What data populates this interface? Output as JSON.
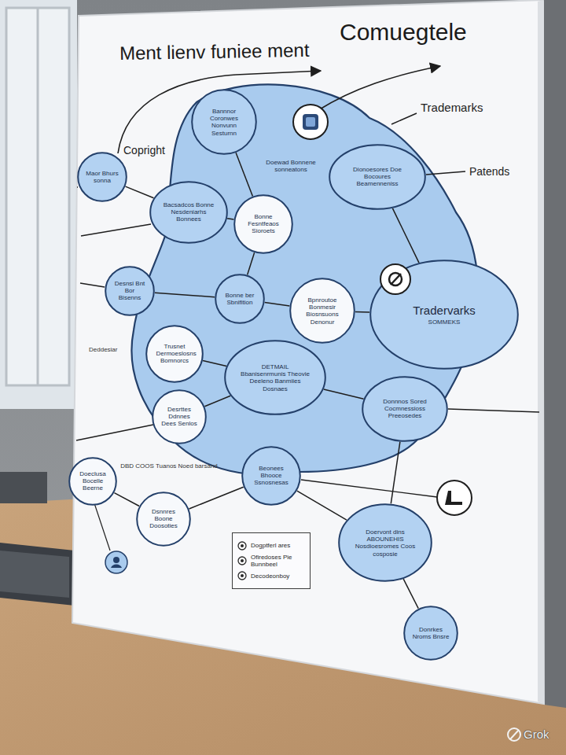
{
  "diagram": {
    "title": "Ment lienv funiee ment",
    "nodes": [
      {
        "text": [
          "Bannnor Coronwes Nonvunn Sesturnn"
        ]
      },
      {
        "text": [
          "Maor Bhurs sonna"
        ]
      },
      {
        "text": [
          "Bacsadcos Bonne Nesdeniarhs Bonnees"
        ]
      },
      {
        "text": [
          "Bonne Fesntfeaos Sioroets"
        ]
      },
      {
        "text": [
          "Dionoesores Doe Bocoures Beamenneniss"
        ]
      },
      {
        "text": [
          "Desnsi Bnt Bor Bisenns"
        ]
      },
      {
        "text": [
          "Bonne ber Sbnifition"
        ]
      },
      {
        "text": [
          "Bpnroutoe Bonmesir Biosnsuons Denonur"
        ]
      },
      {
        "text": [
          "Tradervarks",
          "SOMMEKS"
        ]
      },
      {
        "text": [
          "Trusnet Dermoeslosns Bomnorcs"
        ]
      },
      {
        "text": [
          "DETMAIL Bbanisenrmunis Theovie Deeleno Banmiies Dosnaes"
        ]
      },
      {
        "text": [
          "Donnnos Sored Cocmnessioss Preeosedes"
        ]
      },
      {
        "text": [
          "Desrttes Ddnnes Dees Senlos"
        ]
      },
      {
        "text": [
          "Beonees Bhooce Ssnosnesas"
        ]
      },
      {
        "text": [
          "Doeclusa Bocelle Beerne"
        ]
      },
      {
        "text": [
          "Dsnnres Boone Doosoties"
        ]
      },
      {
        "text": [
          "Doervont dins ABOUNEHIS Nosdioesromes Coos cosposie"
        ]
      },
      {
        "text": [
          "Donrkes Nroms Bnsre"
        ]
      }
    ],
    "edges": [
      {
        "from": 1,
        "to": 2,
        "arrow": "none"
      },
      {
        "from": 2,
        "to": 3,
        "arrow": "none"
      },
      {
        "from": 0,
        "to": 3,
        "arrow": "none"
      },
      {
        "from": 3,
        "to": 6,
        "arrow": "none"
      },
      {
        "from": 5,
        "to": 6,
        "arrow": "none"
      },
      {
        "from": 6,
        "to": 7,
        "arrow": "none"
      },
      {
        "from": 7,
        "to": 8,
        "arrow": "none"
      },
      {
        "from": 4,
        "to": 8,
        "arrow": "none"
      },
      {
        "from": 9,
        "to": 10,
        "arrow": "none"
      },
      {
        "from": 12,
        "to": 10,
        "arrow": "none"
      },
      {
        "from": 10,
        "to": 11,
        "arrow": "none"
      },
      {
        "from": 11,
        "to": 16,
        "arrow": "none"
      },
      {
        "from": 15,
        "to": 13,
        "arrow": "none"
      },
      {
        "from": 14,
        "to": 15,
        "arrow": "none"
      },
      {
        "from": 13,
        "to": 16,
        "arrow": "none"
      },
      {
        "from": 16,
        "to": 17,
        "arrow": "none"
      }
    ],
    "labels": [
      "Comuegtele",
      "Copright",
      "Trademarks",
      "Patends",
      "Doewad Bonnene sonneatons",
      "Deddesiar",
      "DBD COOS Tuanos Noed barsand",
      "Grok"
    ],
    "legend": [
      {
        "text": "Dogptferl ares"
      },
      {
        "text": "Ofiredoses Pie Bunnbeel"
      },
      {
        "text": "Decodeonboy"
      }
    ]
  }
}
